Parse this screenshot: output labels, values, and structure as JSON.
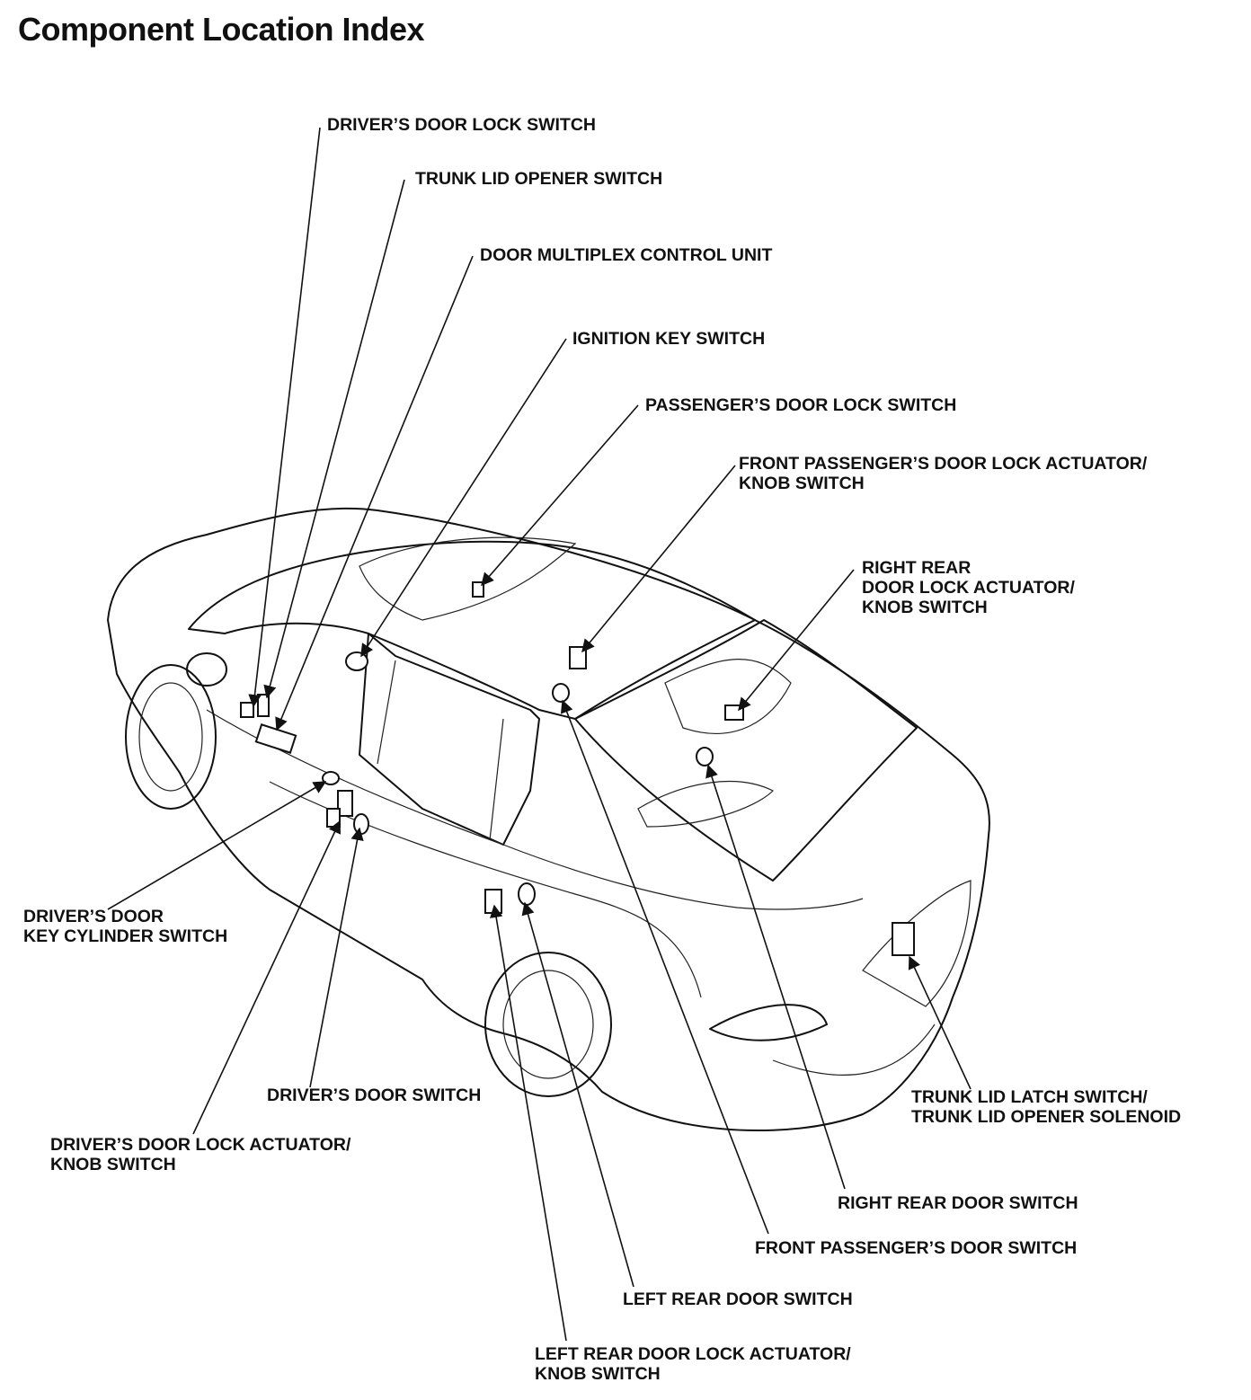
{
  "title": "Component Location Index",
  "labels": {
    "drivers_door_lock_switch": [
      "DRIVER’S DOOR LOCK SWITCH"
    ],
    "trunk_lid_opener_switch": [
      "TRUNK LID OPENER SWITCH"
    ],
    "door_multiplex_control_unit": [
      "DOOR MULTIPLEX CONTROL UNIT"
    ],
    "ignition_key_switch": [
      "IGNITION KEY SWITCH"
    ],
    "passengers_door_lock_switch": [
      "PASSENGER’S DOOR LOCK SWITCH"
    ],
    "front_passengers_door_lock_actuator": [
      "FRONT PASSENGER’S DOOR LOCK ACTUATOR/",
      "KNOB SWITCH"
    ],
    "right_rear_door_lock_actuator": [
      "RIGHT REAR",
      "DOOR LOCK ACTUATOR/",
      "KNOB SWITCH"
    ],
    "drivers_door_key_cylinder_switch": [
      "DRIVER’S DOOR",
      "KEY CYLINDER SWITCH"
    ],
    "drivers_door_switch": [
      "DRIVER’S DOOR SWITCH"
    ],
    "trunk_lid_latch_switch": [
      "TRUNK LID LATCH SWITCH/",
      "TRUNK LID OPENER SOLENOID"
    ],
    "drivers_door_lock_actuator": [
      "DRIVER’S DOOR LOCK ACTUATOR/",
      "KNOB SWITCH"
    ],
    "right_rear_door_switch": [
      "RIGHT REAR DOOR SWITCH"
    ],
    "front_passengers_door_switch": [
      "FRONT PASSENGER’S DOOR SWITCH"
    ],
    "left_rear_door_switch": [
      "LEFT REAR DOOR SWITCH"
    ],
    "left_rear_door_lock_actuator": [
      "LEFT REAR DOOR LOCK ACTUATOR/",
      "KNOB SWITCH"
    ]
  }
}
